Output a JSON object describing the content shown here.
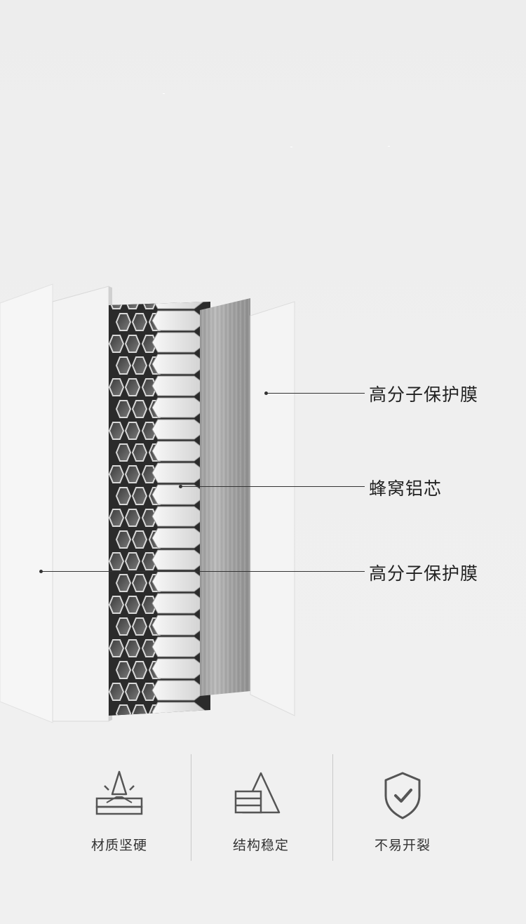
{
  "callouts": [
    {
      "label": "高分子保护膜"
    },
    {
      "label": "蜂窝铝芯"
    },
    {
      "label": "高分子保护膜"
    }
  ],
  "features": [
    {
      "label": "材质坚硬",
      "icon": "hardness-icon"
    },
    {
      "label": "结构稳定",
      "icon": "structure-icon"
    },
    {
      "label": "不易开裂",
      "icon": "shield-check-icon"
    }
  ]
}
